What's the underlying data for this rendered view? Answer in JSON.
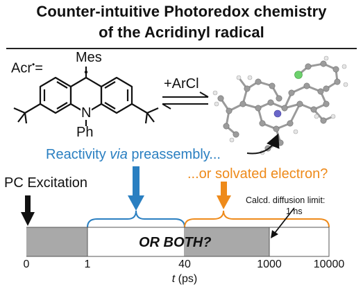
{
  "title": {
    "line1": "Counter-intuitive Photoredox chemistry",
    "line2": "of the Acridinyl radical"
  },
  "molecule": {
    "acr_label": "Acr",
    "acr_eq": "=",
    "mes_label": "Mes",
    "n_label": "N",
    "ph_label": "Ph"
  },
  "reaction": {
    "reagent": "+ArCl"
  },
  "annotations": {
    "reactivity_pre": "Reactivity ",
    "reactivity_via": "via",
    "reactivity_post": " preassembly...",
    "solvated": "...or solvated electron?",
    "pc_excitation": "PC Excitation",
    "diffusion_limit": "Calcd. diffusion limit:",
    "diffusion_value": "1 ns",
    "or_both": "OR BOTH?"
  },
  "timeline": {
    "ticks": [
      "0",
      "1",
      "40",
      "1000",
      "10000"
    ],
    "axis_var": "t",
    "axis_unit": " (ps)"
  },
  "colors": {
    "blue": "#2a7fc1",
    "orange": "#ee8a1a",
    "gray": "#a9a9a9"
  }
}
